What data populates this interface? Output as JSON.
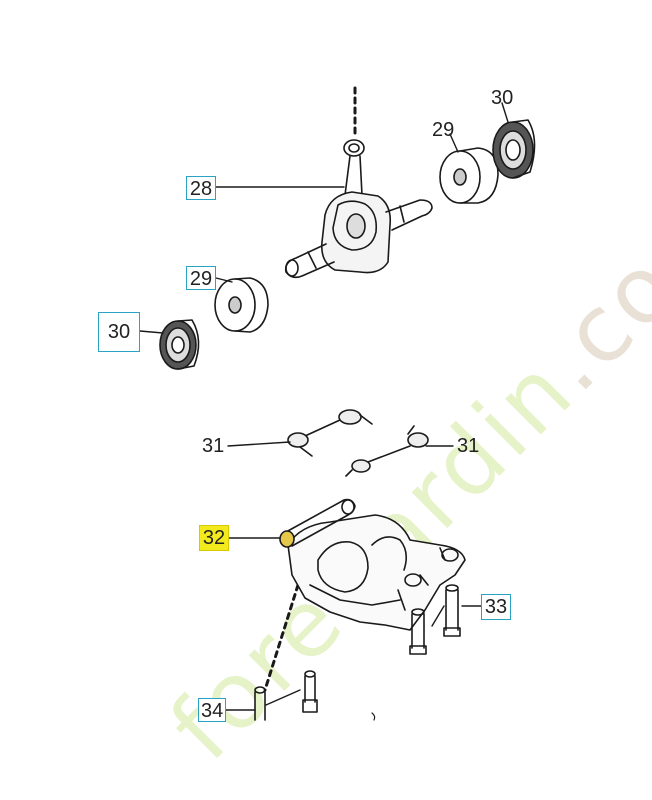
{
  "callouts": {
    "c28": "28",
    "c29_top": "29",
    "c30_top": "30",
    "c29_left": "29",
    "c30_left": "30",
    "c31_left": "31",
    "c31_right": "31",
    "c32": "32",
    "c33": "33",
    "c34": "34"
  },
  "watermark": {
    "part1": "foretjardin",
    "part2": ".com"
  },
  "colors": {
    "callout_border": "#29a3c4",
    "highlight": "#f2ea1c",
    "watermark_green": "#e6f2c8",
    "watermark_brown": "#e9e1d6"
  }
}
